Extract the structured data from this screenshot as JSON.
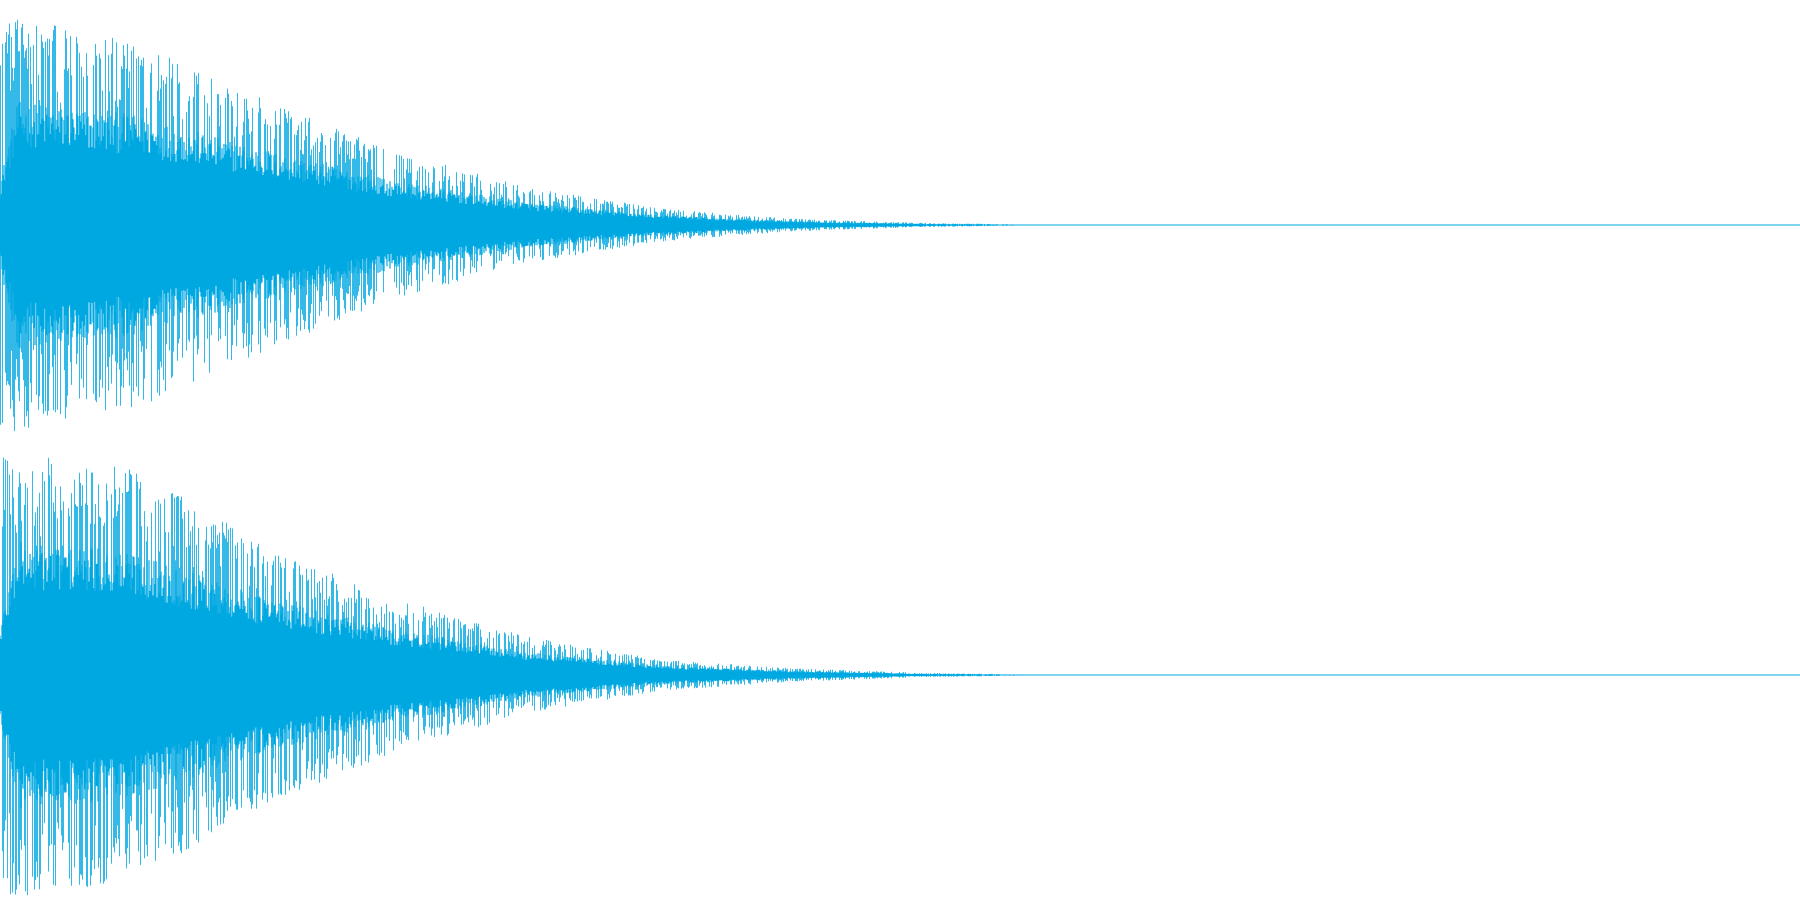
{
  "colors": {
    "background": "#ffffff",
    "waveform": "#00a8e2"
  },
  "waveform": {
    "channel_count": 2,
    "channels": [
      {
        "name": "",
        "peak_envelope_percent": [
          100,
          88,
          60,
          35,
          18,
          8,
          3,
          1,
          0
        ]
      },
      {
        "name": "",
        "peak_envelope_percent": [
          100,
          92,
          58,
          34,
          17,
          7,
          3,
          1,
          0
        ]
      }
    ]
  }
}
